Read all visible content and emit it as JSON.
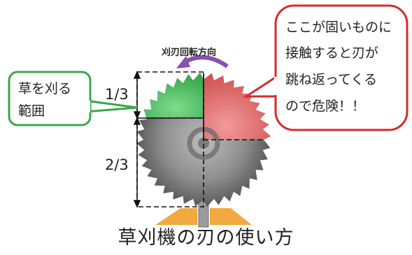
{
  "rotation_label": "刈刃回転方向",
  "cut_zone_callout": {
    "lines": [
      "草を刈る",
      "範囲"
    ]
  },
  "danger_callout": {
    "lines": [
      "ここが固いものに",
      "接触すると刃が",
      "跳ね返ってくる",
      "ので危険！！"
    ]
  },
  "fraction_top": "1/3",
  "fraction_bottom": "2/3",
  "caption": "草刈機の刃の使い方",
  "colors": {
    "green_zone": "#3dbf5a",
    "red_zone": "#e26666",
    "blade_gray": "#8a8a8a",
    "callout_green": "#3aa84a",
    "callout_red": "#d62b2b",
    "arrow_purple": "#8a4fb0",
    "ground": "#f0a640"
  }
}
